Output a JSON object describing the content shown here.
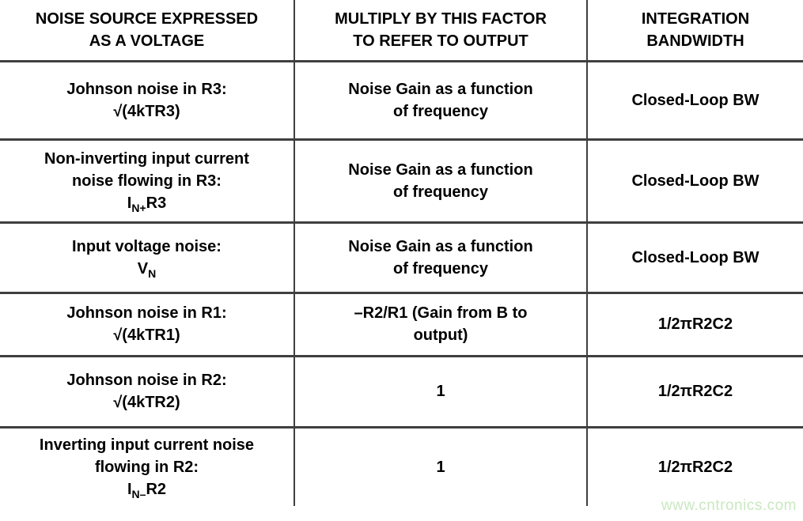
{
  "header": {
    "col1_line1": "NOISE SOURCE EXPRESSED",
    "col1_line2": "AS A VOLTAGE",
    "col2_line1": "MULTIPLY BY THIS FACTOR",
    "col2_line2": "TO REFER TO OUTPUT",
    "col3_line1": "INTEGRATION",
    "col3_line2": "BANDWIDTH"
  },
  "rows": [
    {
      "source": {
        "line1": "Johnson noise in R3:",
        "formula": {
          "pre": "√(4kTR3)"
        }
      },
      "factor": {
        "line1": "Noise Gain as a function",
        "line2": "of frequency"
      },
      "bandwidth": "Closed-Loop BW"
    },
    {
      "source": {
        "line1": "Non-inverting input current",
        "line2": "noise flowing in R3:",
        "formula": {
          "pre": "I",
          "sub": "N+",
          "post": "R3"
        }
      },
      "factor": {
        "line1": "Noise Gain as a function",
        "line2": "of frequency"
      },
      "bandwidth": "Closed-Loop BW"
    },
    {
      "source": {
        "line1": "Input voltage noise:",
        "formula": {
          "pre": "V",
          "sub": "N"
        }
      },
      "factor": {
        "line1": "Noise Gain as a function",
        "line2": "of frequency"
      },
      "bandwidth": "Closed-Loop BW"
    },
    {
      "source": {
        "line1": "Johnson noise in R1:",
        "formula": {
          "pre": "√(4kTR1)"
        }
      },
      "factor": {
        "line1": "–R2/R1 (Gain from B to",
        "line2": "output)"
      },
      "bandwidth": "1/2πR2C2"
    },
    {
      "source": {
        "line1": "Johnson noise in R2:",
        "formula": {
          "pre": "√(4kTR2)"
        }
      },
      "factor": {
        "line1": "1"
      },
      "bandwidth": "1/2πR2C2"
    },
    {
      "source": {
        "line1": "Inverting input current noise",
        "line2": "flowing in R2:",
        "formula": {
          "pre": "I",
          "sub": "N–",
          "post": "R2"
        }
      },
      "factor": {
        "line1": "1"
      },
      "bandwidth": "1/2πR2C2"
    }
  ],
  "watermark": "www.cntronics.com",
  "colors": {
    "line": "#3f3f3f",
    "text": "#000000",
    "watermark": "#c9e8c0",
    "background": "#ffffff"
  }
}
